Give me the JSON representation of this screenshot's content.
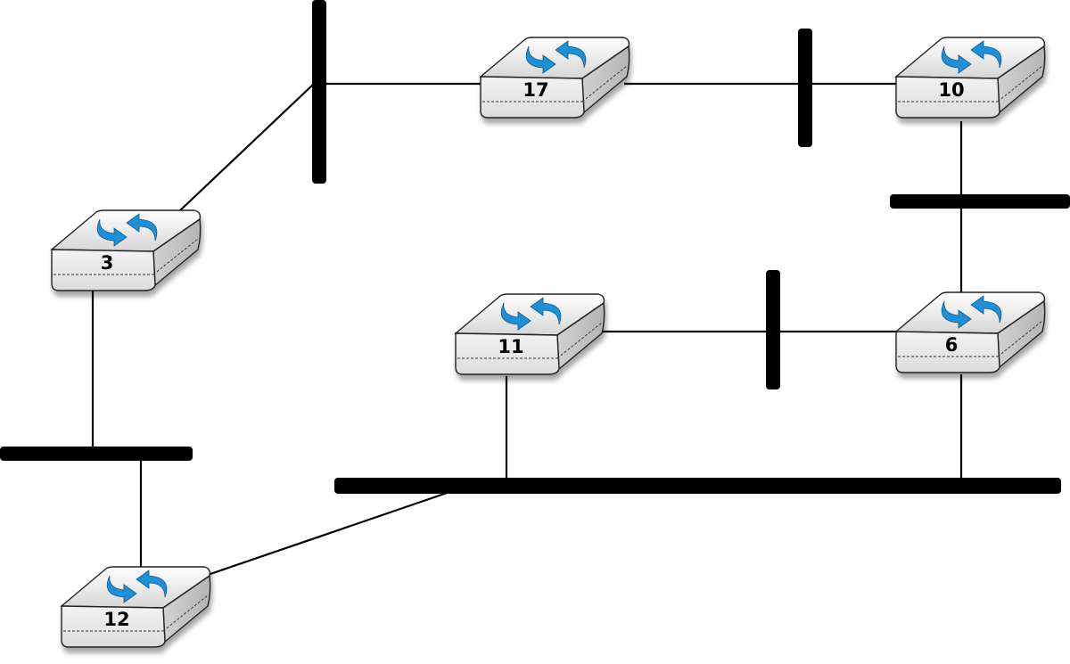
{
  "colors": {
    "background": "#ffffff",
    "device_body": "#e9e9e9",
    "device_outline": "#202020",
    "arrow": "#1f8fd6",
    "bus": "#000000"
  },
  "nodes": [
    {
      "id": "n17",
      "label": "17",
      "icon": "router-icon"
    },
    {
      "id": "n10",
      "label": "10",
      "icon": "router-icon"
    },
    {
      "id": "n3",
      "label": "3",
      "icon": "router-icon"
    },
    {
      "id": "n11",
      "label": "11",
      "icon": "router-icon"
    },
    {
      "id": "n6",
      "label": "6",
      "icon": "router-icon"
    },
    {
      "id": "n12",
      "label": "12",
      "icon": "router-icon"
    }
  ],
  "segments": [
    {
      "id": "bus-top-left",
      "connects": [
        "3",
        "17"
      ]
    },
    {
      "id": "bus-top-right",
      "connects": [
        "17",
        "10"
      ]
    },
    {
      "id": "bus-right",
      "connects": [
        "10",
        "6"
      ]
    },
    {
      "id": "bus-middle",
      "connects": [
        "11",
        "6"
      ]
    },
    {
      "id": "bus-left",
      "connects": [
        "3",
        "12"
      ]
    },
    {
      "id": "bus-bottom",
      "connects": [
        "11",
        "6",
        "12"
      ]
    }
  ]
}
